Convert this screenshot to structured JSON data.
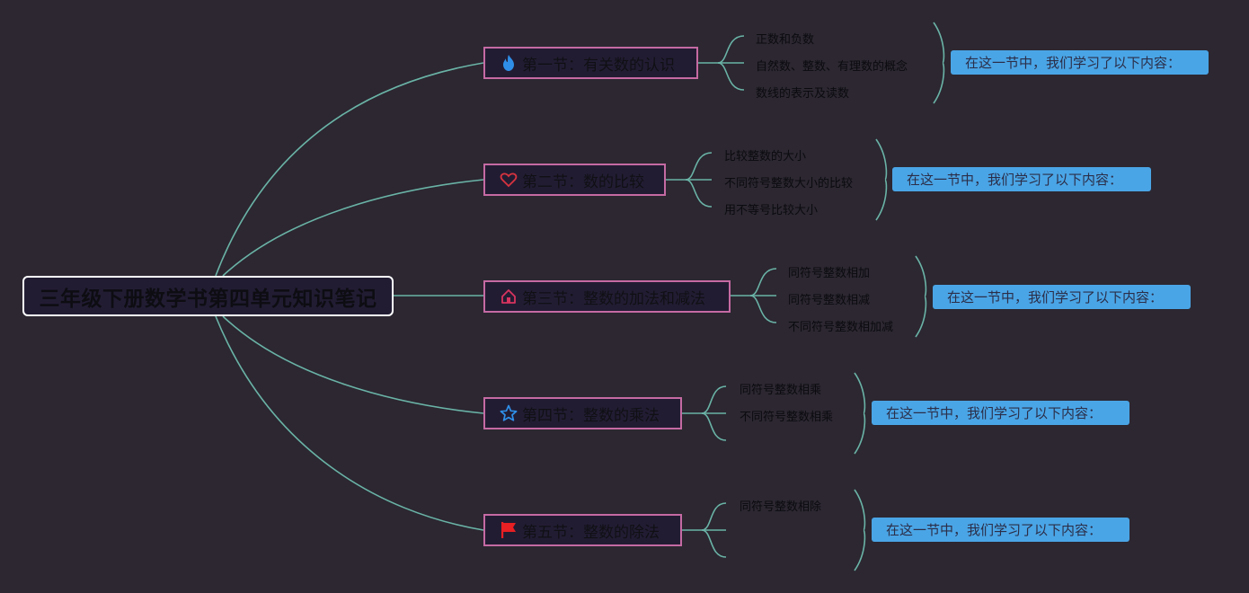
{
  "root": {
    "title": "三年级下册数学书第四单元知识笔记"
  },
  "sections": [
    {
      "label": "第一节：有关数的认识",
      "icon": "flame-icon",
      "items": [
        "正数和负数",
        "自然数、整数、有理数的概念",
        "数线的表示及读数"
      ],
      "summary": "在这一节中，我们学习了以下内容："
    },
    {
      "label": "第二节：数的比较",
      "icon": "heart-icon",
      "items": [
        "比较整数的大小",
        "不同符号整数大小的比较",
        "用不等号比较大小"
      ],
      "summary": "在这一节中，我们学习了以下内容："
    },
    {
      "label": "第三节：整数的加法和减法",
      "icon": "home-icon",
      "items": [
        "同符号整数相加",
        "同符号整数相减",
        "不同符号整数相加减"
      ],
      "summary": "在这一节中，我们学习了以下内容："
    },
    {
      "label": "第四节：整数的乘法",
      "icon": "star-icon",
      "items": [
        "同符号整数相乘",
        "不同符号整数相乘",
        ""
      ],
      "summary": "在这一节中，我们学习了以下内容："
    },
    {
      "label": "第五节：整数的除法",
      "icon": "flag-icon",
      "items": [
        "同符号整数相除",
        "",
        ""
      ],
      "summary": "在这一节中，我们学习了以下内容："
    }
  ],
  "colors": {
    "background": "#2c2731",
    "connector": "#6ab3a6",
    "section_border": "#c56aa3",
    "summary_fill": "#4aa5e6",
    "flame": "#2f8fe8",
    "heart": "#d8333f",
    "home": "#d8345f",
    "star": "#2f8fe8",
    "flag": "#e81f23"
  }
}
